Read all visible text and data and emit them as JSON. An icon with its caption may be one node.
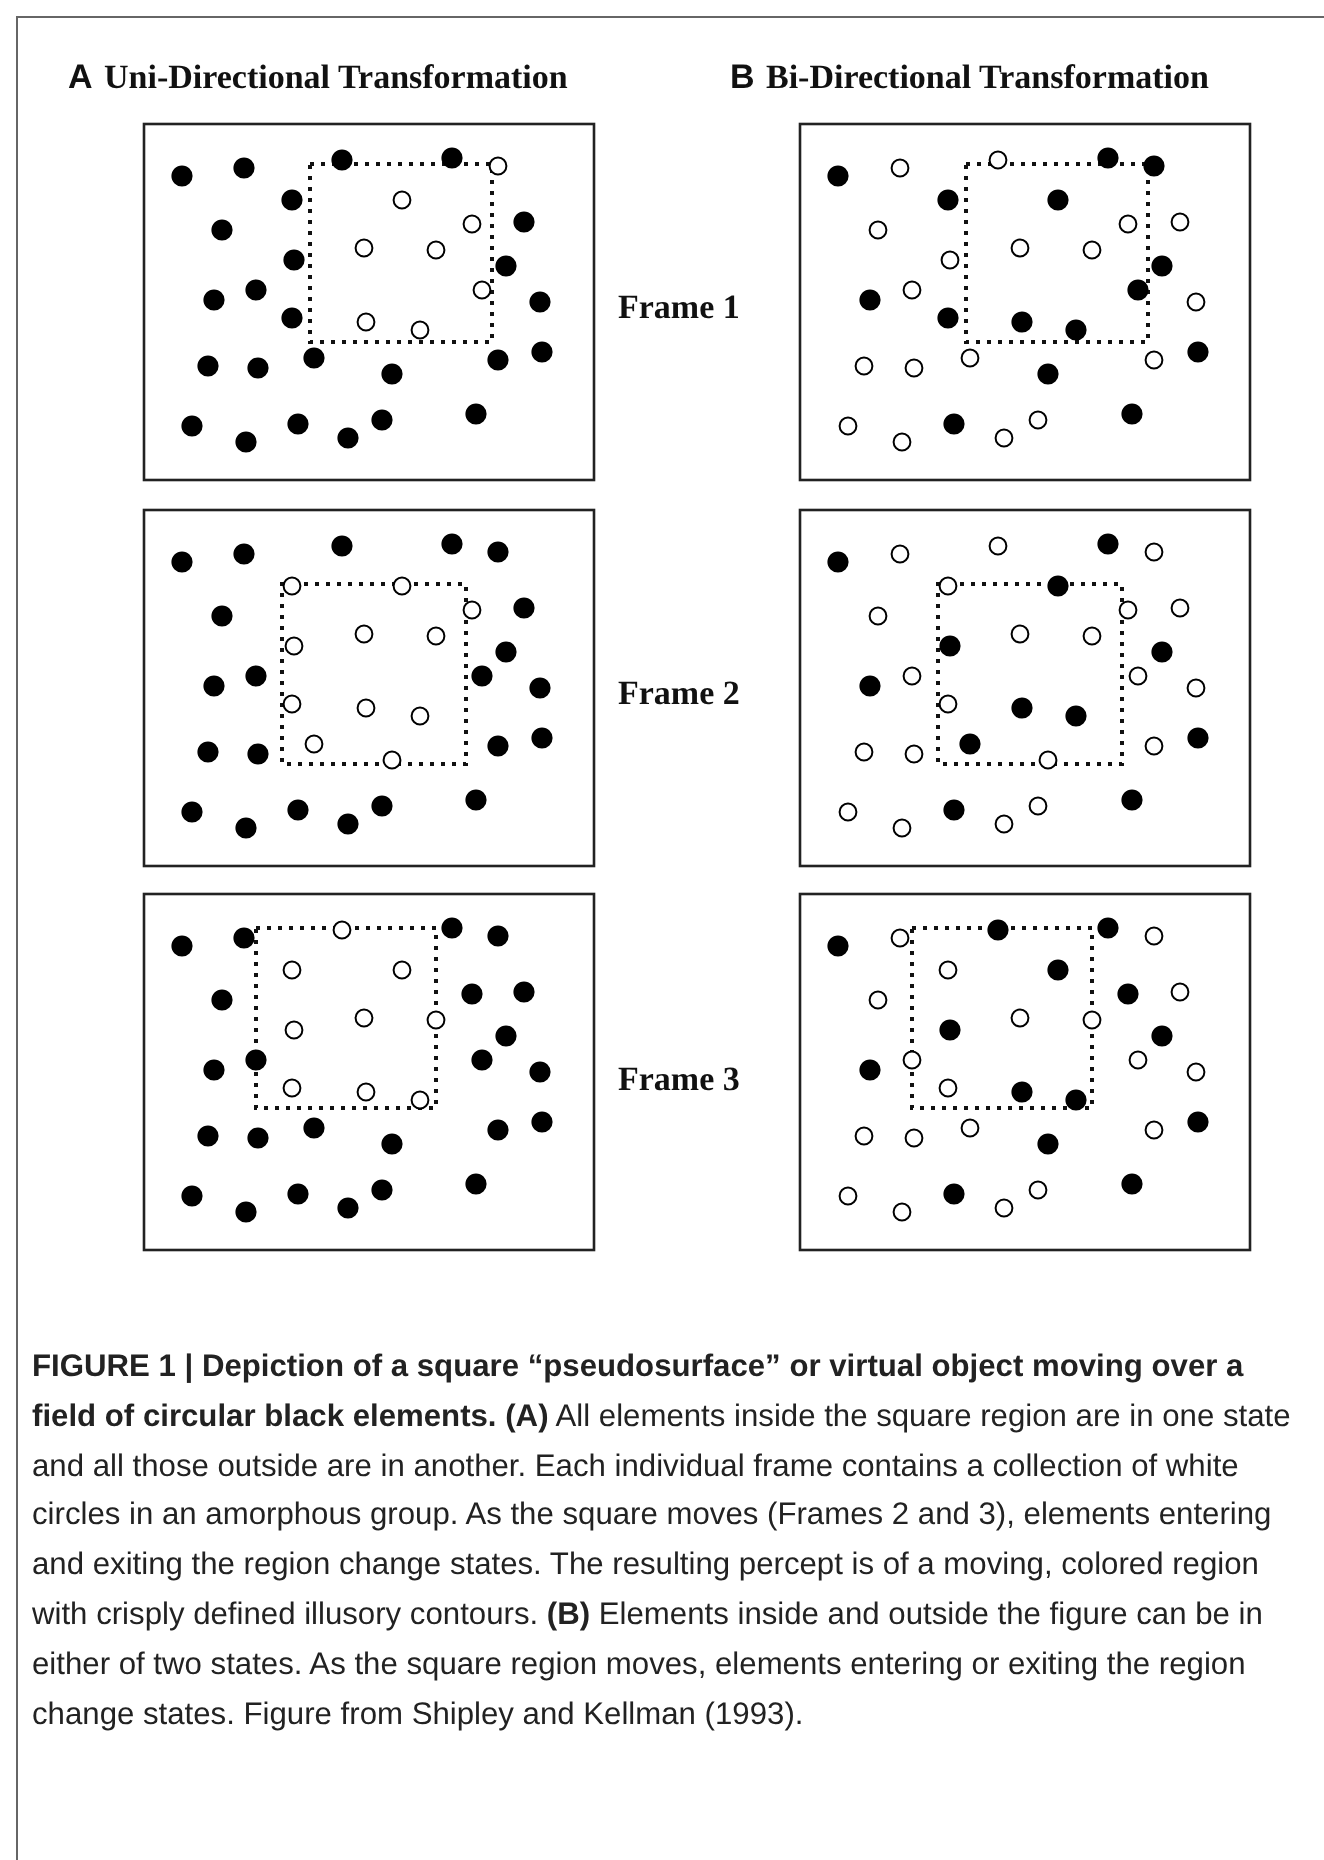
{
  "diagram": {
    "caption": "**FIGURE 1 | Depiction of a square “pseudosurface” or virtual object moving over a field of circular black elements.** **(A)** All elements inside the square region are in one state and all those outside are in another. Each individual frame contains a collection of white circles in an amorphous group. As the square moves (Frames 2 and 3), elements entering and exiting the region change states. The resulting percept is of a moving, colored region with crisply defined illusory contours. **(B)** Elements inside and outside the figure can be in either of two states. As the square region moves, elements entering or exiting the region change states. Figure from Shipley and Kellman (1993).",
    "labels": [
      "A",
      "Uni-Directional Transformation",
      "B",
      "Bi-Directional Transformation",
      "Frame 1",
      "Frame 2",
      "Frame 3"
    ]
  }
}
